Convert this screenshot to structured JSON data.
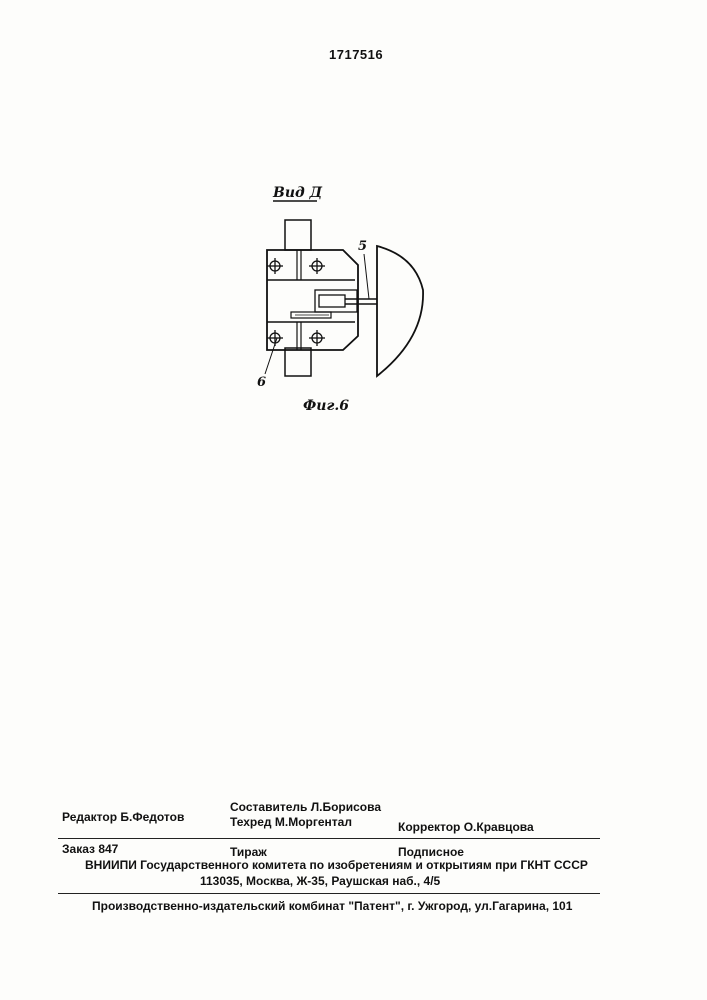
{
  "header": {
    "patent_number": "1717516"
  },
  "figure": {
    "view_label": "Вид Д",
    "caption": "Фиг.6",
    "callouts": [
      "5",
      "6"
    ]
  },
  "colophon": {
    "editor": "Редактор  Б.Федотов",
    "compiler": "Составитель  Л.Борисова",
    "techred": "Техред М.Моргентал",
    "corrector": "Корректор  О.Кравцова",
    "order": "Заказ  847",
    "circulation": "Тираж",
    "subscription": "Подписное",
    "organization": "ВНИИПИ Государственного комитета по изобретениям и открытиям при ГКНТ СССР",
    "address": "113035, Москва, Ж-35, Раушская наб., 4/5",
    "publisher": "Производственно-издательский комбинат \"Патент\", г. Ужгород, ул.Гагарина, 101"
  }
}
